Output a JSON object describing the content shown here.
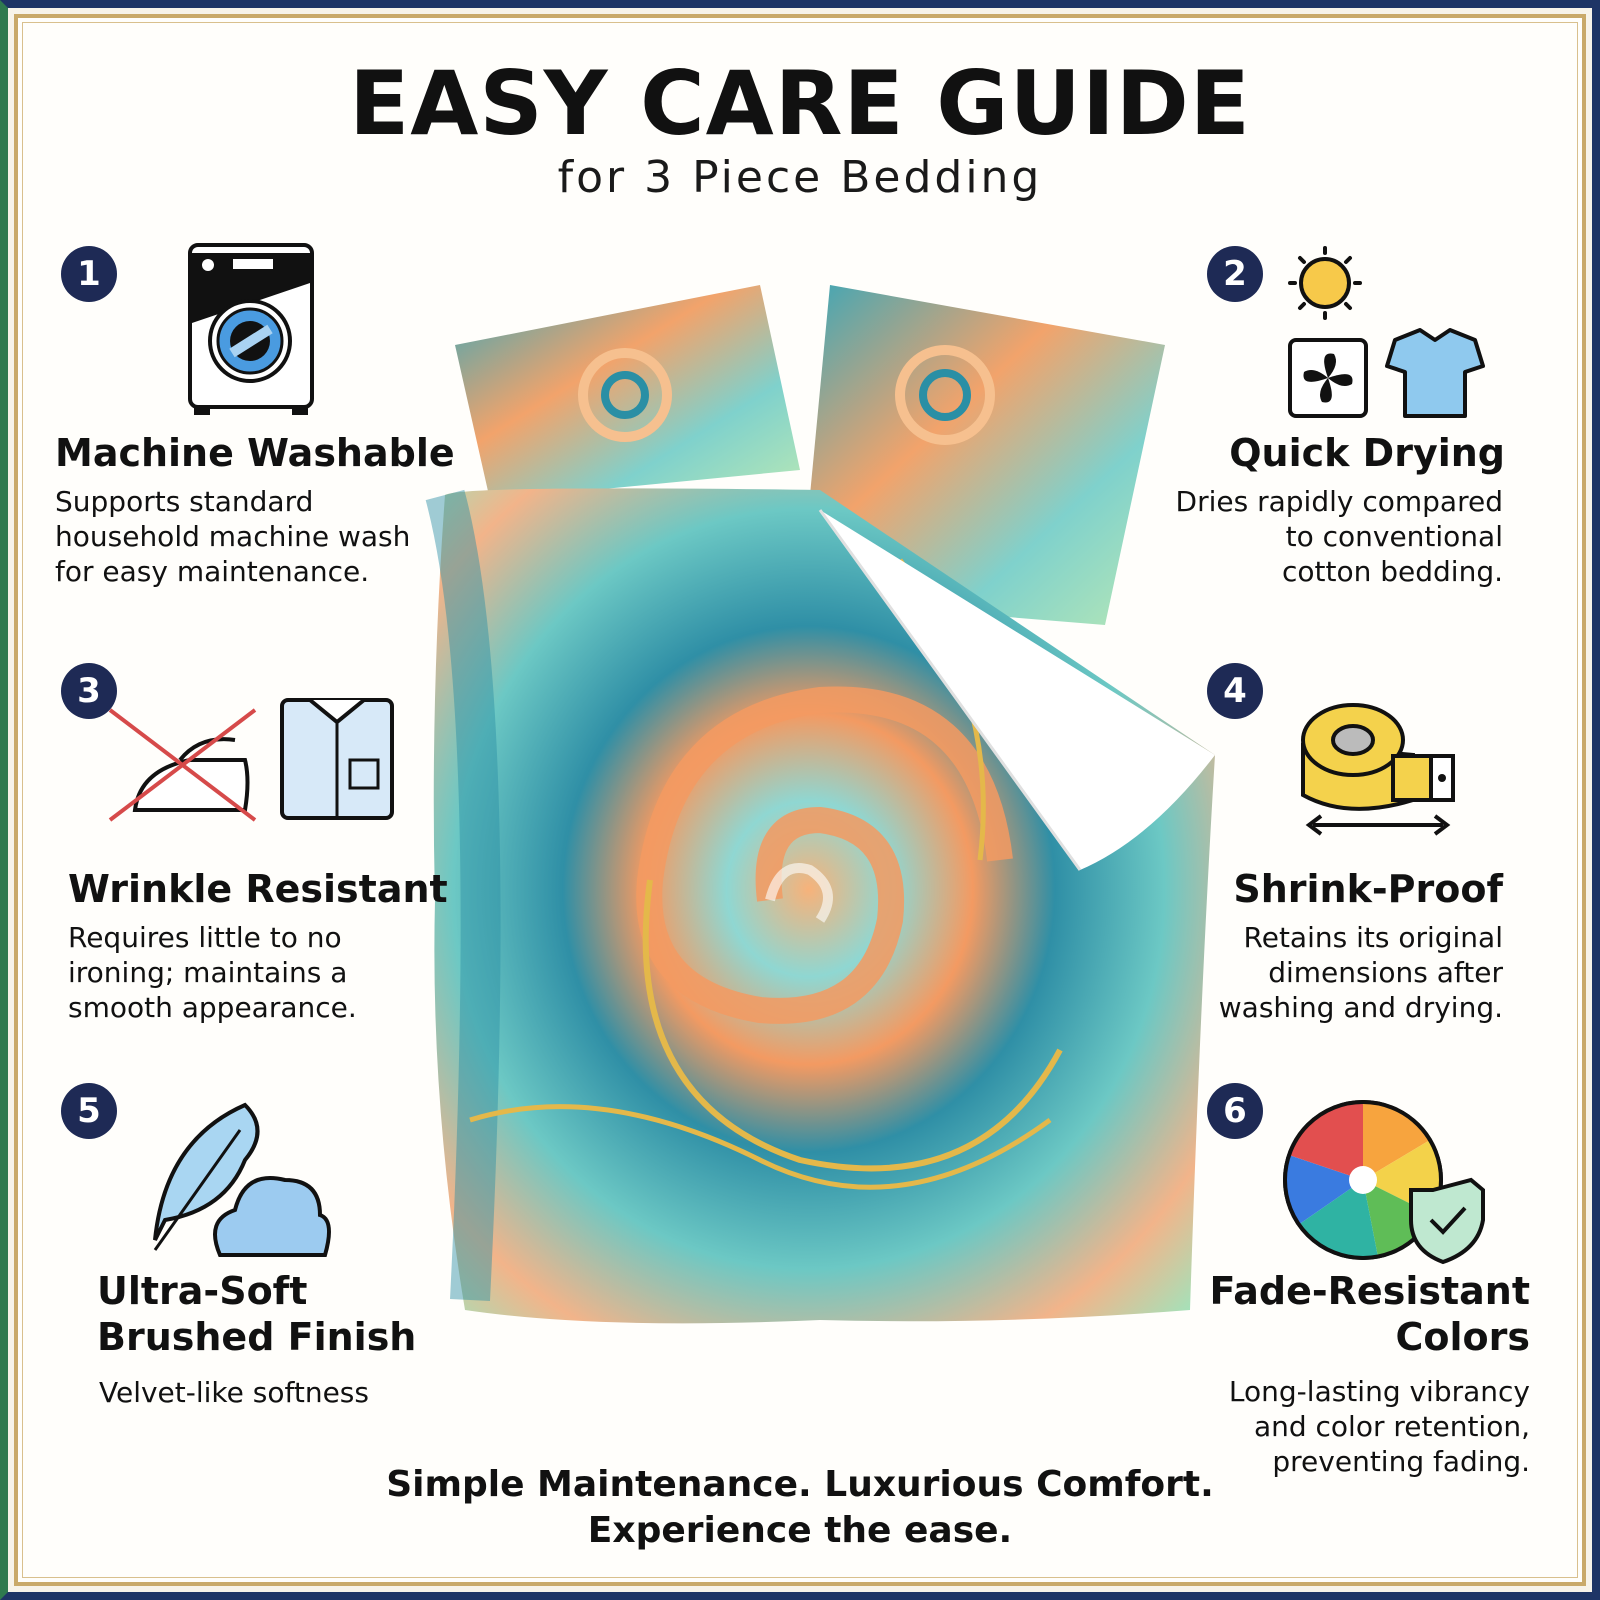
{
  "header": {
    "title": "EASY CARE GUIDE",
    "subtitle": "for 3 Piece Bedding"
  },
  "features": [
    {
      "number": "1",
      "title": "Machine Washable",
      "desc": "Supports standard\nhousehold machine wash\nfor easy maintenance.",
      "icon": "washing-machine-icon"
    },
    {
      "number": "2",
      "title": "Quick Drying",
      "desc": "Dries rapidly compared\nto conventional\ncotton bedding.",
      "icon": "sun-fan-shirt-icon"
    },
    {
      "number": "3",
      "title": "Wrinkle Resistant",
      "desc": "Requires little to no\nironing; maintains a\nsmooth appearance.",
      "icon": "no-iron-shirt-icon"
    },
    {
      "number": "4",
      "title": "Shrink-Proof",
      "desc": "Retains its original\ndimensions after\nwashing and drying.",
      "icon": "measuring-tape-icon"
    },
    {
      "number": "5",
      "title": "Ultra-Soft\nBrushed Finish",
      "desc": "Velvet-like softness",
      "icon": "feather-cloud-icon"
    },
    {
      "number": "6",
      "title": "Fade-Resistant\nColors",
      "desc": "Long-lasting vibrancy\nand color retention,\npreventing fading.",
      "icon": "color-wheel-shield-icon"
    }
  ],
  "footer": {
    "line1": "Simple Maintenance. Luxurious Comfort.",
    "line2": "Experience the ease."
  },
  "colors": {
    "navy": "#1e2a55",
    "frame_gold": "#c9a96a",
    "teal": "#3fa9b3",
    "orange": "#f39a62"
  }
}
